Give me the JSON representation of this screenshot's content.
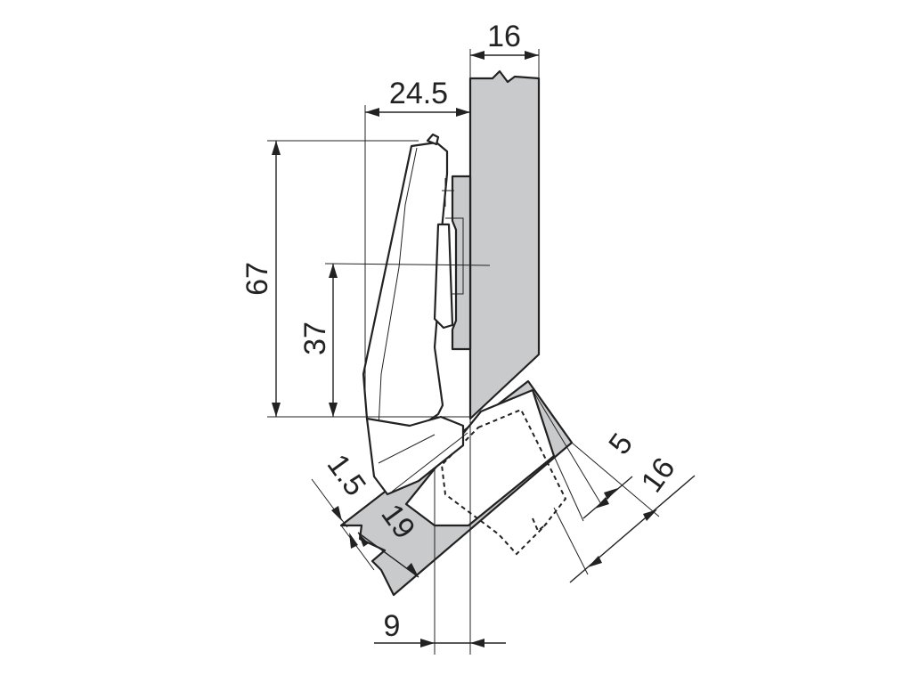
{
  "diagram": {
    "dimensions": {
      "side_panel_thickness": "16",
      "hinge_depth": "24.5",
      "cup_height": "67",
      "cup_center": "37",
      "gap": "1.5",
      "door_overlay": "19",
      "offset": "9",
      "boring_distance": "5",
      "door_thickness": "16"
    }
  }
}
